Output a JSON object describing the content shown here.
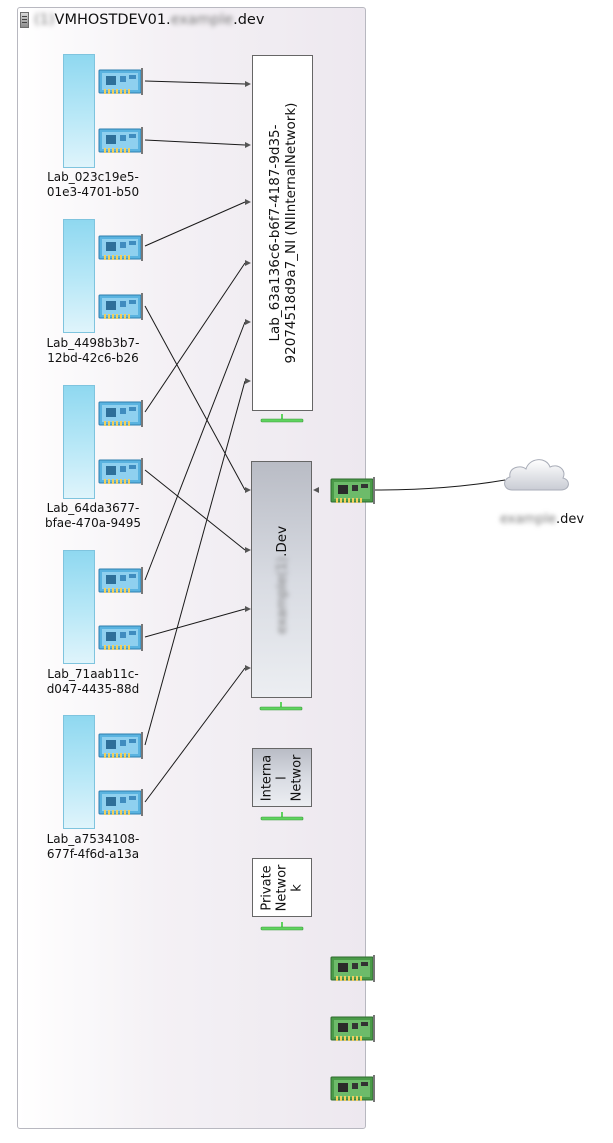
{
  "host": {
    "title_hidden": "(1)",
    "title": "VMHOSTDEV01.",
    "title_hidden2": "example",
    "title_suffix": ".dev",
    "icon": "server-icon"
  },
  "vms": [
    {
      "line1": "Lab_023c19e5-",
      "line2": "01e3-4701-b50"
    },
    {
      "line1": "Lab_4498b3b7-",
      "line2": "12bd-42c6-b26"
    },
    {
      "line1": "Lab_64da3677-",
      "line2": "bfae-470a-9495"
    },
    {
      "line1": "Lab_71aab11c-",
      "line2": "d047-4435-88d"
    },
    {
      "line1": "Lab_a7534108-",
      "line2": "677f-4f6d-a13a"
    }
  ],
  "switches": {
    "internal_lab": {
      "line1": "Lab_63a136c6-b6f7-4187-9d35-",
      "line2": "92074518d9a7_NI (NIInternalNetwork)"
    },
    "external": {
      "hidden": "example(1)",
      "suffix": ".Dev"
    },
    "internal": {
      "line1": "Interna",
      "line2": "l",
      "line3": "Networ"
    },
    "private": {
      "line1": "Private",
      "line2": "Networ",
      "line3": "k"
    }
  },
  "cloud": {
    "hidden": "example",
    "suffix": ".dev",
    "icon": "cloud-icon"
  },
  "icons": {
    "vm_nic": "virtual-nic-icon",
    "physical_nic": "physical-nic-icon",
    "switch_port": "switch-port-icon"
  },
  "colors": {
    "vm_nic": "#4aa6d6",
    "physical_nic": "#3e8a3e",
    "port": "#5fd35f",
    "vm_box": "#a6e0f3"
  }
}
